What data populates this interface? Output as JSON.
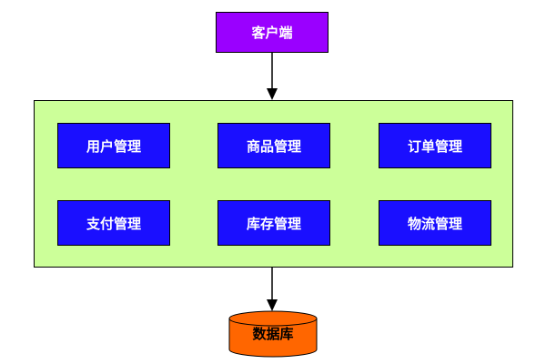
{
  "client": {
    "label": "客户端"
  },
  "modules": [
    {
      "label": "用户管理"
    },
    {
      "label": "商品管理"
    },
    {
      "label": "订单管理"
    },
    {
      "label": "支付管理"
    },
    {
      "label": "库存管理"
    },
    {
      "label": "物流管理"
    }
  ],
  "database": {
    "label": "数据库"
  },
  "colors": {
    "client_fill": "#9a00ff",
    "container_fill": "#ccff99",
    "module_fill": "#1a0fff",
    "database_fill": "#ff6600"
  }
}
